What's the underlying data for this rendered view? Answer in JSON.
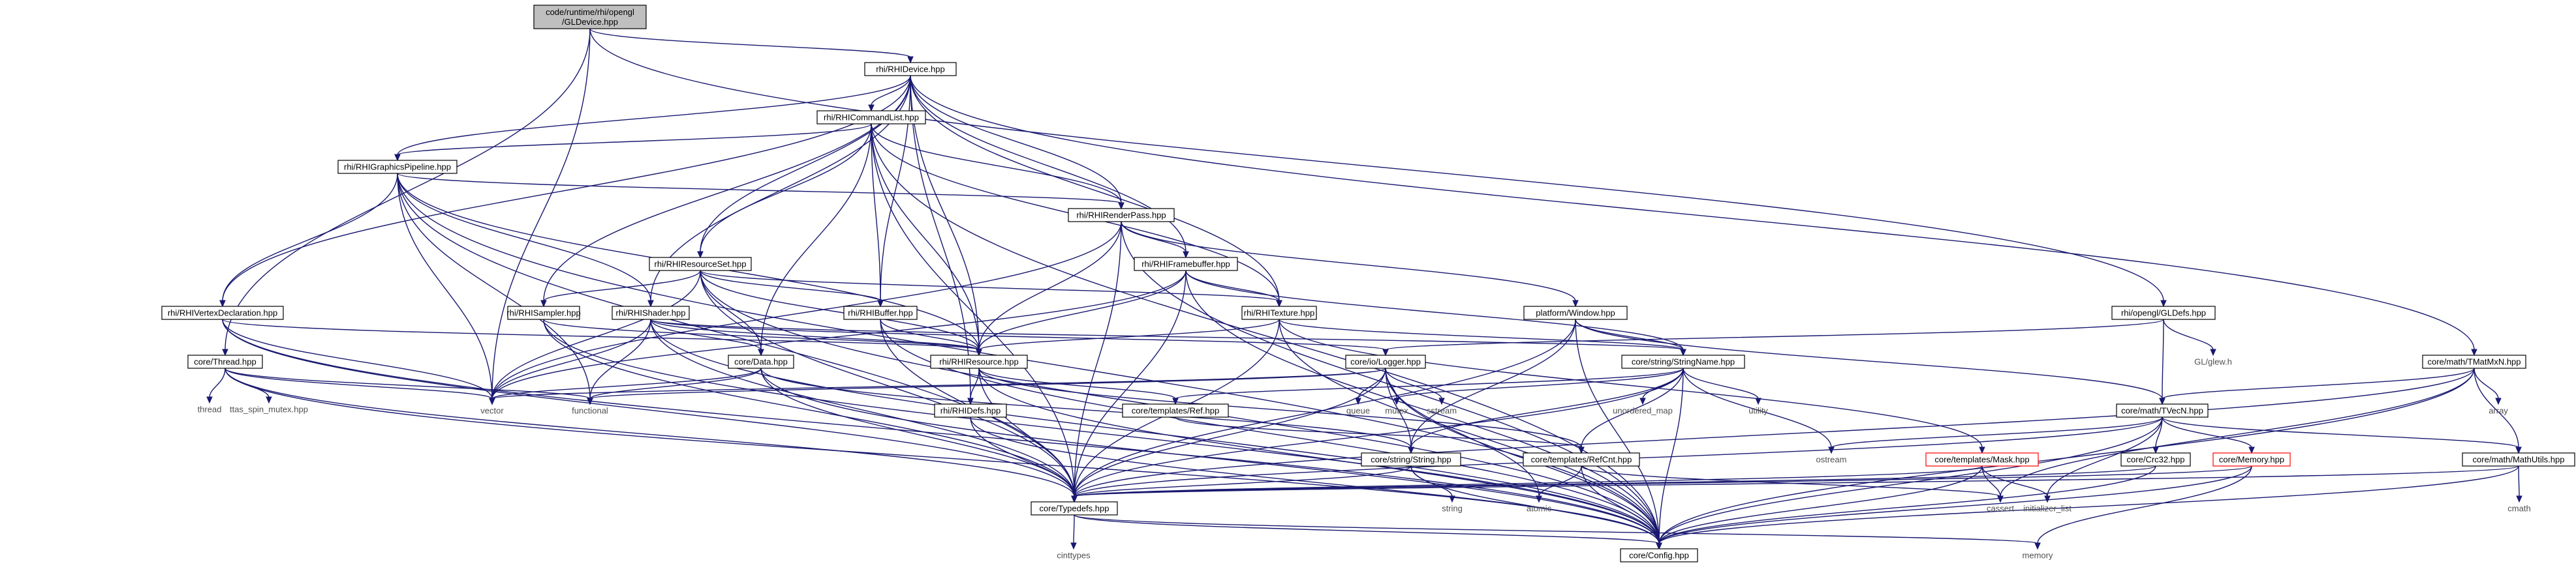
{
  "diagram": {
    "type": "include-dependency-graph",
    "colors": {
      "edge": "#191970",
      "root_fill": "#bfbfbf",
      "box_border": "#000000",
      "incomplete_border": "#ff0000"
    },
    "root": "n0",
    "nodes": [
      {
        "id": "n0",
        "lines": [
          "code/runtime/rhi/opengl",
          "/GLDevice.hpp"
        ],
        "style": "root"
      },
      {
        "id": "n1",
        "lines": [
          "rhi/RHIDevice.hpp"
        ],
        "style": "doc"
      },
      {
        "id": "n2",
        "lines": [
          "rhi/RHICommandList.hpp"
        ],
        "style": "doc"
      },
      {
        "id": "n3",
        "lines": [
          "rhi/RHIGraphicsPipeline.hpp"
        ],
        "style": "doc"
      },
      {
        "id": "n4",
        "lines": [
          "rhi/RHIRenderPass.hpp"
        ],
        "style": "doc"
      },
      {
        "id": "n5",
        "lines": [
          "rhi/RHIResourceSet.hpp"
        ],
        "style": "doc"
      },
      {
        "id": "n6",
        "lines": [
          "rhi/RHIFramebuffer.hpp"
        ],
        "style": "doc"
      },
      {
        "id": "n7",
        "lines": [
          "rhi/RHIVertexDeclaration.hpp"
        ],
        "style": "doc"
      },
      {
        "id": "n8",
        "lines": [
          "rhi/RHISampler.hpp"
        ],
        "style": "doc"
      },
      {
        "id": "n9",
        "lines": [
          "rhi/RHIShader.hpp"
        ],
        "style": "doc"
      },
      {
        "id": "n10",
        "lines": [
          "rhi/RHIBuffer.hpp"
        ],
        "style": "doc"
      },
      {
        "id": "n11",
        "lines": [
          "rhi/RHITexture.hpp"
        ],
        "style": "doc"
      },
      {
        "id": "n12",
        "lines": [
          "platform/Window.hpp"
        ],
        "style": "doc"
      },
      {
        "id": "n13",
        "lines": [
          "rhi/opengl/GLDefs.hpp"
        ],
        "style": "doc"
      },
      {
        "id": "n14",
        "lines": [
          "core/Thread.hpp"
        ],
        "style": "doc"
      },
      {
        "id": "n15",
        "lines": [
          "core/Data.hpp"
        ],
        "style": "doc"
      },
      {
        "id": "n16",
        "lines": [
          "rhi/RHIResource.hpp"
        ],
        "style": "doc"
      },
      {
        "id": "n17",
        "lines": [
          "core/io/Logger.hpp"
        ],
        "style": "doc"
      },
      {
        "id": "n18",
        "lines": [
          "core/string/StringName.hpp"
        ],
        "style": "doc"
      },
      {
        "id": "n19",
        "lines": [
          "core/math/TMatMxN.hpp"
        ],
        "style": "doc"
      },
      {
        "id": "n20",
        "lines": [
          "core/math/TVecN.hpp"
        ],
        "style": "doc"
      },
      {
        "id": "n21",
        "lines": [
          "core/templates/Ref.hpp"
        ],
        "style": "doc"
      },
      {
        "id": "n22",
        "lines": [
          "rhi/RHIDefs.hpp"
        ],
        "style": "doc"
      },
      {
        "id": "n23",
        "lines": [
          "core/string/String.hpp"
        ],
        "style": "doc"
      },
      {
        "id": "n24",
        "lines": [
          "core/templates/RefCnt.hpp"
        ],
        "style": "doc"
      },
      {
        "id": "n25",
        "lines": [
          "core/templates/Mask.hpp"
        ],
        "style": "red"
      },
      {
        "id": "n26",
        "lines": [
          "core/Crc32.hpp"
        ],
        "style": "doc"
      },
      {
        "id": "n27",
        "lines": [
          "core/Memory.hpp"
        ],
        "style": "red"
      },
      {
        "id": "n28",
        "lines": [
          "core/math/MathUtils.hpp"
        ],
        "style": "doc"
      },
      {
        "id": "n29",
        "lines": [
          "core/Typedefs.hpp"
        ],
        "style": "doc"
      },
      {
        "id": "n30",
        "lines": [
          "core/Config.hpp"
        ],
        "style": "doc"
      },
      {
        "id": "s1",
        "lines": [
          "thread"
        ],
        "style": "sys"
      },
      {
        "id": "s2",
        "lines": [
          "ttas_spin_mutex.hpp"
        ],
        "style": "sys"
      },
      {
        "id": "s3",
        "lines": [
          "vector"
        ],
        "style": "sys"
      },
      {
        "id": "s4",
        "lines": [
          "functional"
        ],
        "style": "sys"
      },
      {
        "id": "s5",
        "lines": [
          "queue"
        ],
        "style": "sys"
      },
      {
        "id": "s6",
        "lines": [
          "mutex"
        ],
        "style": "sys"
      },
      {
        "id": "s7",
        "lines": [
          "sstream"
        ],
        "style": "sys"
      },
      {
        "id": "s8",
        "lines": [
          "unordered_map"
        ],
        "style": "sys"
      },
      {
        "id": "s9",
        "lines": [
          "utility"
        ],
        "style": "sys"
      },
      {
        "id": "s10",
        "lines": [
          "GL/glew.h"
        ],
        "style": "sys"
      },
      {
        "id": "s11",
        "lines": [
          "array"
        ],
        "style": "sys"
      },
      {
        "id": "s12",
        "lines": [
          "ostream"
        ],
        "style": "sys"
      },
      {
        "id": "s13",
        "lines": [
          "cmath"
        ],
        "style": "sys"
      },
      {
        "id": "s14",
        "lines": [
          "string"
        ],
        "style": "sys"
      },
      {
        "id": "s15",
        "lines": [
          "atomic"
        ],
        "style": "sys"
      },
      {
        "id": "s16",
        "lines": [
          "cassert"
        ],
        "style": "sys"
      },
      {
        "id": "s17",
        "lines": [
          "initializer_list"
        ],
        "style": "sys"
      },
      {
        "id": "s18",
        "lines": [
          "cinttypes"
        ],
        "style": "sys"
      },
      {
        "id": "s19",
        "lines": [
          "memory"
        ],
        "style": "sys"
      }
    ],
    "edges": [
      [
        "n0",
        "n1"
      ],
      [
        "n0",
        "n14"
      ],
      [
        "n0",
        "s3"
      ],
      [
        "n0",
        "n13"
      ],
      [
        "n1",
        "n2"
      ],
      [
        "n1",
        "n3"
      ],
      [
        "n1",
        "n4"
      ],
      [
        "n1",
        "n5"
      ],
      [
        "n1",
        "n6"
      ],
      [
        "n1",
        "n7"
      ],
      [
        "n1",
        "n8"
      ],
      [
        "n1",
        "n9"
      ],
      [
        "n1",
        "n10"
      ],
      [
        "n1",
        "n11"
      ],
      [
        "n1",
        "n16"
      ],
      [
        "n1",
        "n19"
      ],
      [
        "n1",
        "n22"
      ],
      [
        "n2",
        "n3"
      ],
      [
        "n2",
        "n4"
      ],
      [
        "n2",
        "n5"
      ],
      [
        "n2",
        "n10"
      ],
      [
        "n2",
        "n11"
      ],
      [
        "n2",
        "n15"
      ],
      [
        "n2",
        "n16"
      ],
      [
        "n2",
        "n29"
      ],
      [
        "n2",
        "n30"
      ],
      [
        "n3",
        "n4"
      ],
      [
        "n3",
        "n7"
      ],
      [
        "n3",
        "n9"
      ],
      [
        "n3",
        "n16"
      ],
      [
        "n3",
        "s3"
      ],
      [
        "n3",
        "n29"
      ],
      [
        "n3",
        "n30"
      ],
      [
        "n3",
        "s4"
      ],
      [
        "n4",
        "n6"
      ],
      [
        "n4",
        "n16"
      ],
      [
        "n4",
        "n12"
      ],
      [
        "n4",
        "s3"
      ],
      [
        "n4",
        "n29"
      ],
      [
        "n4",
        "n30"
      ],
      [
        "n5",
        "n8"
      ],
      [
        "n5",
        "n10"
      ],
      [
        "n5",
        "n11"
      ],
      [
        "n5",
        "n15"
      ],
      [
        "n5",
        "n16"
      ],
      [
        "n5",
        "s3"
      ],
      [
        "n5",
        "n29"
      ],
      [
        "n5",
        "n30"
      ],
      [
        "n6",
        "n11"
      ],
      [
        "n6",
        "n16"
      ],
      [
        "n6",
        "n18"
      ],
      [
        "n6",
        "s3"
      ],
      [
        "n6",
        "n29"
      ],
      [
        "n6",
        "n30"
      ],
      [
        "n7",
        "n16"
      ],
      [
        "n7",
        "s3"
      ],
      [
        "n7",
        "n29"
      ],
      [
        "n7",
        "n30"
      ],
      [
        "n8",
        "n16"
      ],
      [
        "n8",
        "n29"
      ],
      [
        "n8",
        "n30"
      ],
      [
        "n9",
        "n15"
      ],
      [
        "n9",
        "n16"
      ],
      [
        "n9",
        "n17"
      ],
      [
        "n9",
        "n18"
      ],
      [
        "n9",
        "s3"
      ],
      [
        "n9",
        "s4"
      ],
      [
        "n9",
        "n29"
      ],
      [
        "n9",
        "n30"
      ],
      [
        "n10",
        "n16"
      ],
      [
        "n10",
        "n29"
      ],
      [
        "n10",
        "n30"
      ],
      [
        "n11",
        "n16"
      ],
      [
        "n11",
        "n18"
      ],
      [
        "n11",
        "n25"
      ],
      [
        "n11",
        "n29"
      ],
      [
        "n11",
        "n30"
      ],
      [
        "n12",
        "n18"
      ],
      [
        "n12",
        "n20"
      ],
      [
        "n12",
        "n23"
      ],
      [
        "n12",
        "n29"
      ],
      [
        "n12",
        "n30"
      ],
      [
        "n13",
        "n17"
      ],
      [
        "n13",
        "n20"
      ],
      [
        "n13",
        "s10"
      ],
      [
        "n14",
        "s1"
      ],
      [
        "n14",
        "s2"
      ],
      [
        "n14",
        "s4"
      ],
      [
        "n14",
        "s3"
      ],
      [
        "n14",
        "n29"
      ],
      [
        "n14",
        "n30"
      ],
      [
        "n15",
        "s3"
      ],
      [
        "n15",
        "s4"
      ],
      [
        "n15",
        "n23"
      ],
      [
        "n15",
        "n29"
      ],
      [
        "n15",
        "n30"
      ],
      [
        "n16",
        "n21"
      ],
      [
        "n16",
        "n22"
      ],
      [
        "n16",
        "n24"
      ],
      [
        "n16",
        "n29"
      ],
      [
        "n16",
        "n30"
      ],
      [
        "n17",
        "s3"
      ],
      [
        "n17",
        "s5"
      ],
      [
        "n17",
        "s6"
      ],
      [
        "n17",
        "s7"
      ],
      [
        "n17",
        "n23"
      ],
      [
        "n17",
        "s15"
      ],
      [
        "n17",
        "s4"
      ],
      [
        "n17",
        "n29"
      ],
      [
        "n17",
        "n30"
      ],
      [
        "n18",
        "n21"
      ],
      [
        "n18",
        "n23"
      ],
      [
        "n18",
        "s8"
      ],
      [
        "n18",
        "s9"
      ],
      [
        "n18",
        "s6"
      ],
      [
        "n18",
        "s12"
      ],
      [
        "n18",
        "n24"
      ],
      [
        "n18",
        "n29"
      ],
      [
        "n18",
        "n30"
      ],
      [
        "n19",
        "n20"
      ],
      [
        "n19",
        "n28"
      ],
      [
        "n19",
        "s11"
      ],
      [
        "n19",
        "n29"
      ],
      [
        "n19",
        "n30"
      ],
      [
        "n19",
        "s16"
      ],
      [
        "n20",
        "n26"
      ],
      [
        "n20",
        "n27"
      ],
      [
        "n20",
        "n28"
      ],
      [
        "n20",
        "s12"
      ],
      [
        "n20",
        "s17"
      ],
      [
        "n20",
        "n29"
      ],
      [
        "n20",
        "n30"
      ],
      [
        "n21",
        "n24"
      ],
      [
        "n22",
        "n29"
      ],
      [
        "n22",
        "n30"
      ],
      [
        "n23",
        "s14"
      ],
      [
        "n23",
        "n29"
      ],
      [
        "n23",
        "n30"
      ],
      [
        "n24",
        "n30"
      ],
      [
        "n24",
        "s16"
      ],
      [
        "n24",
        "s15"
      ],
      [
        "n25",
        "n29"
      ],
      [
        "n25",
        "n30"
      ],
      [
        "n25",
        "s16"
      ],
      [
        "n25",
        "s17"
      ],
      [
        "n26",
        "n29"
      ],
      [
        "n26",
        "n30"
      ],
      [
        "n27",
        "n29"
      ],
      [
        "n27",
        "n30"
      ],
      [
        "n27",
        "s19"
      ],
      [
        "n28",
        "n29"
      ],
      [
        "n28",
        "n30"
      ],
      [
        "n28",
        "s13"
      ],
      [
        "n29",
        "n30"
      ],
      [
        "n29",
        "s18"
      ],
      [
        "n29",
        "s19"
      ]
    ]
  }
}
